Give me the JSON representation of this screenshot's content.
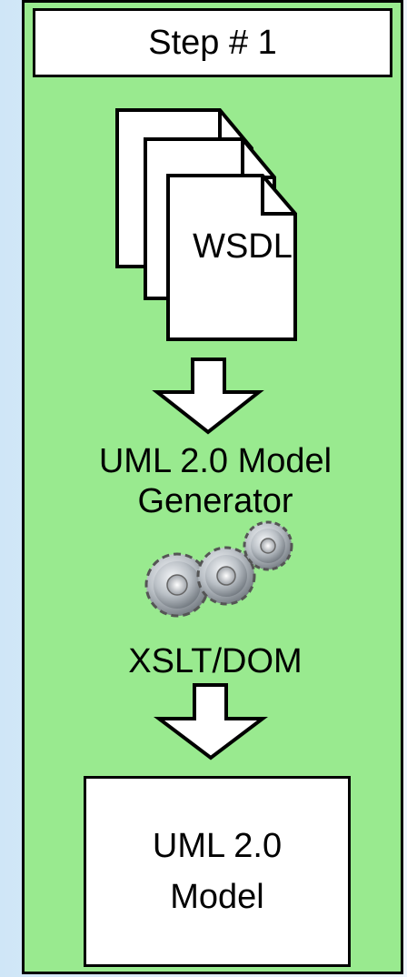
{
  "step": {
    "label": "Step # 1"
  },
  "wsdl": {
    "label": "WSDL"
  },
  "generator": {
    "line1": "UML 2.0 Model",
    "line2": "Generator"
  },
  "tech": {
    "label": "XSLT/DOM"
  },
  "output": {
    "line1": "UML 2.0",
    "line2": "Model"
  },
  "colors": {
    "panel": "#99ea8f",
    "border": "#000000",
    "background": "#dbeefa",
    "gear": "#b8bec4"
  },
  "icons": [
    "document-stack-icon",
    "down-arrow-icon",
    "gears-icon"
  ]
}
